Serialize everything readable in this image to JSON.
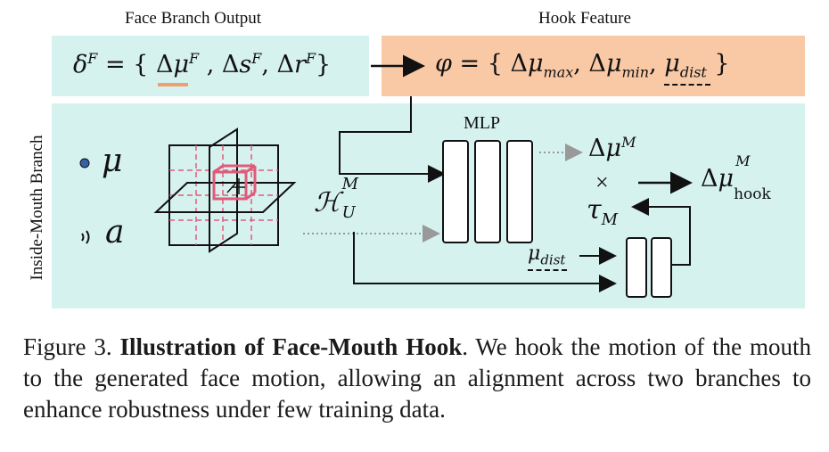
{
  "header": {
    "face_branch_title": "Face Branch Output",
    "hook_feature_title": "Hook Feature"
  },
  "side_label": "Inside-Mouth Branch",
  "formulas": {
    "delta_set": "δF = { ΔμF, ΔsF, ΔrF }",
    "phi_set": "φ = { Δμmax, Δμmin, μdist }"
  },
  "inputs": {
    "mu": "μ",
    "audio": "a"
  },
  "labels": {
    "mlp": "MLP",
    "hash_plane": "H_U^M",
    "delta_mu_m": "Δμ^M",
    "times": "×",
    "tau_m": "τ_M",
    "delta_mu_hook": "Δμ^M_hook",
    "mu_dist": "μdist"
  },
  "caption": {
    "prefix": "Figure 3.",
    "title": "Illustration of Face-Mouth Hook",
    "body": ". We hook the motion of the mouth to the generated face motion, allowing an alignment across two branches to enhance robustness under few training data."
  },
  "colors": {
    "cyan_panel": "#d6f2ef",
    "orange_panel": "#f9c9a6",
    "pink_grid": "#e05a7a",
    "underline_orange": "#f0a070"
  }
}
